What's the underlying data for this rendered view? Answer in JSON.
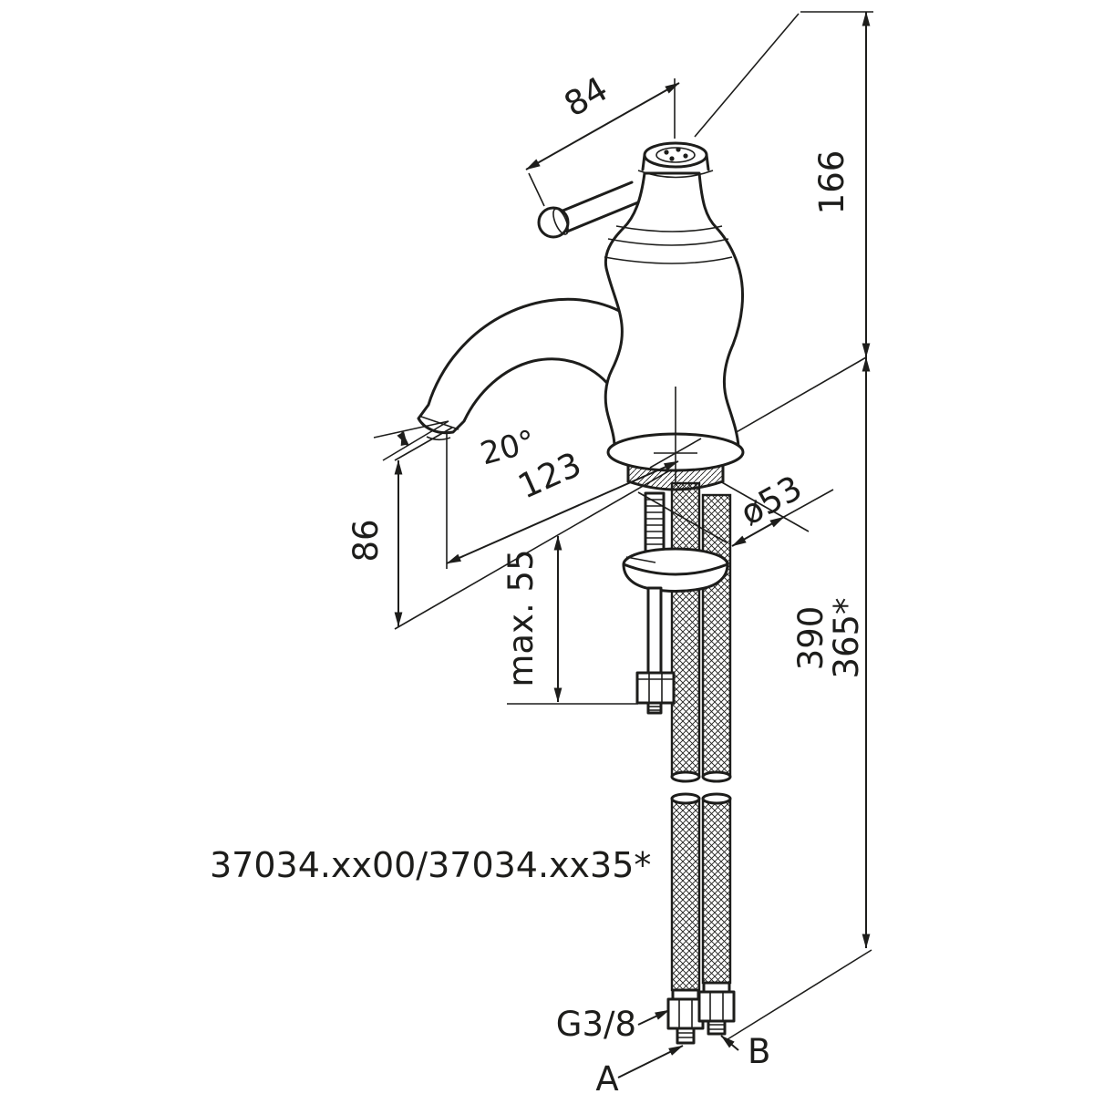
{
  "labels": {
    "product_code": "37034.xx00/37034.xx35*",
    "thread": "G3/8",
    "point_a": "A",
    "point_b": "B"
  },
  "dimensions": {
    "handle_length": "84",
    "height_above_deck": "166",
    "spout_angle": "20°",
    "spout_reach": "123",
    "spout_outlet_height": "86",
    "base_diameter": "ø53",
    "max_deck_thickness": "max. 55",
    "hose_length": "390",
    "hose_length_variant": "365*"
  },
  "colors": {
    "line": "#1d1d1b",
    "background": "#ffffff"
  }
}
